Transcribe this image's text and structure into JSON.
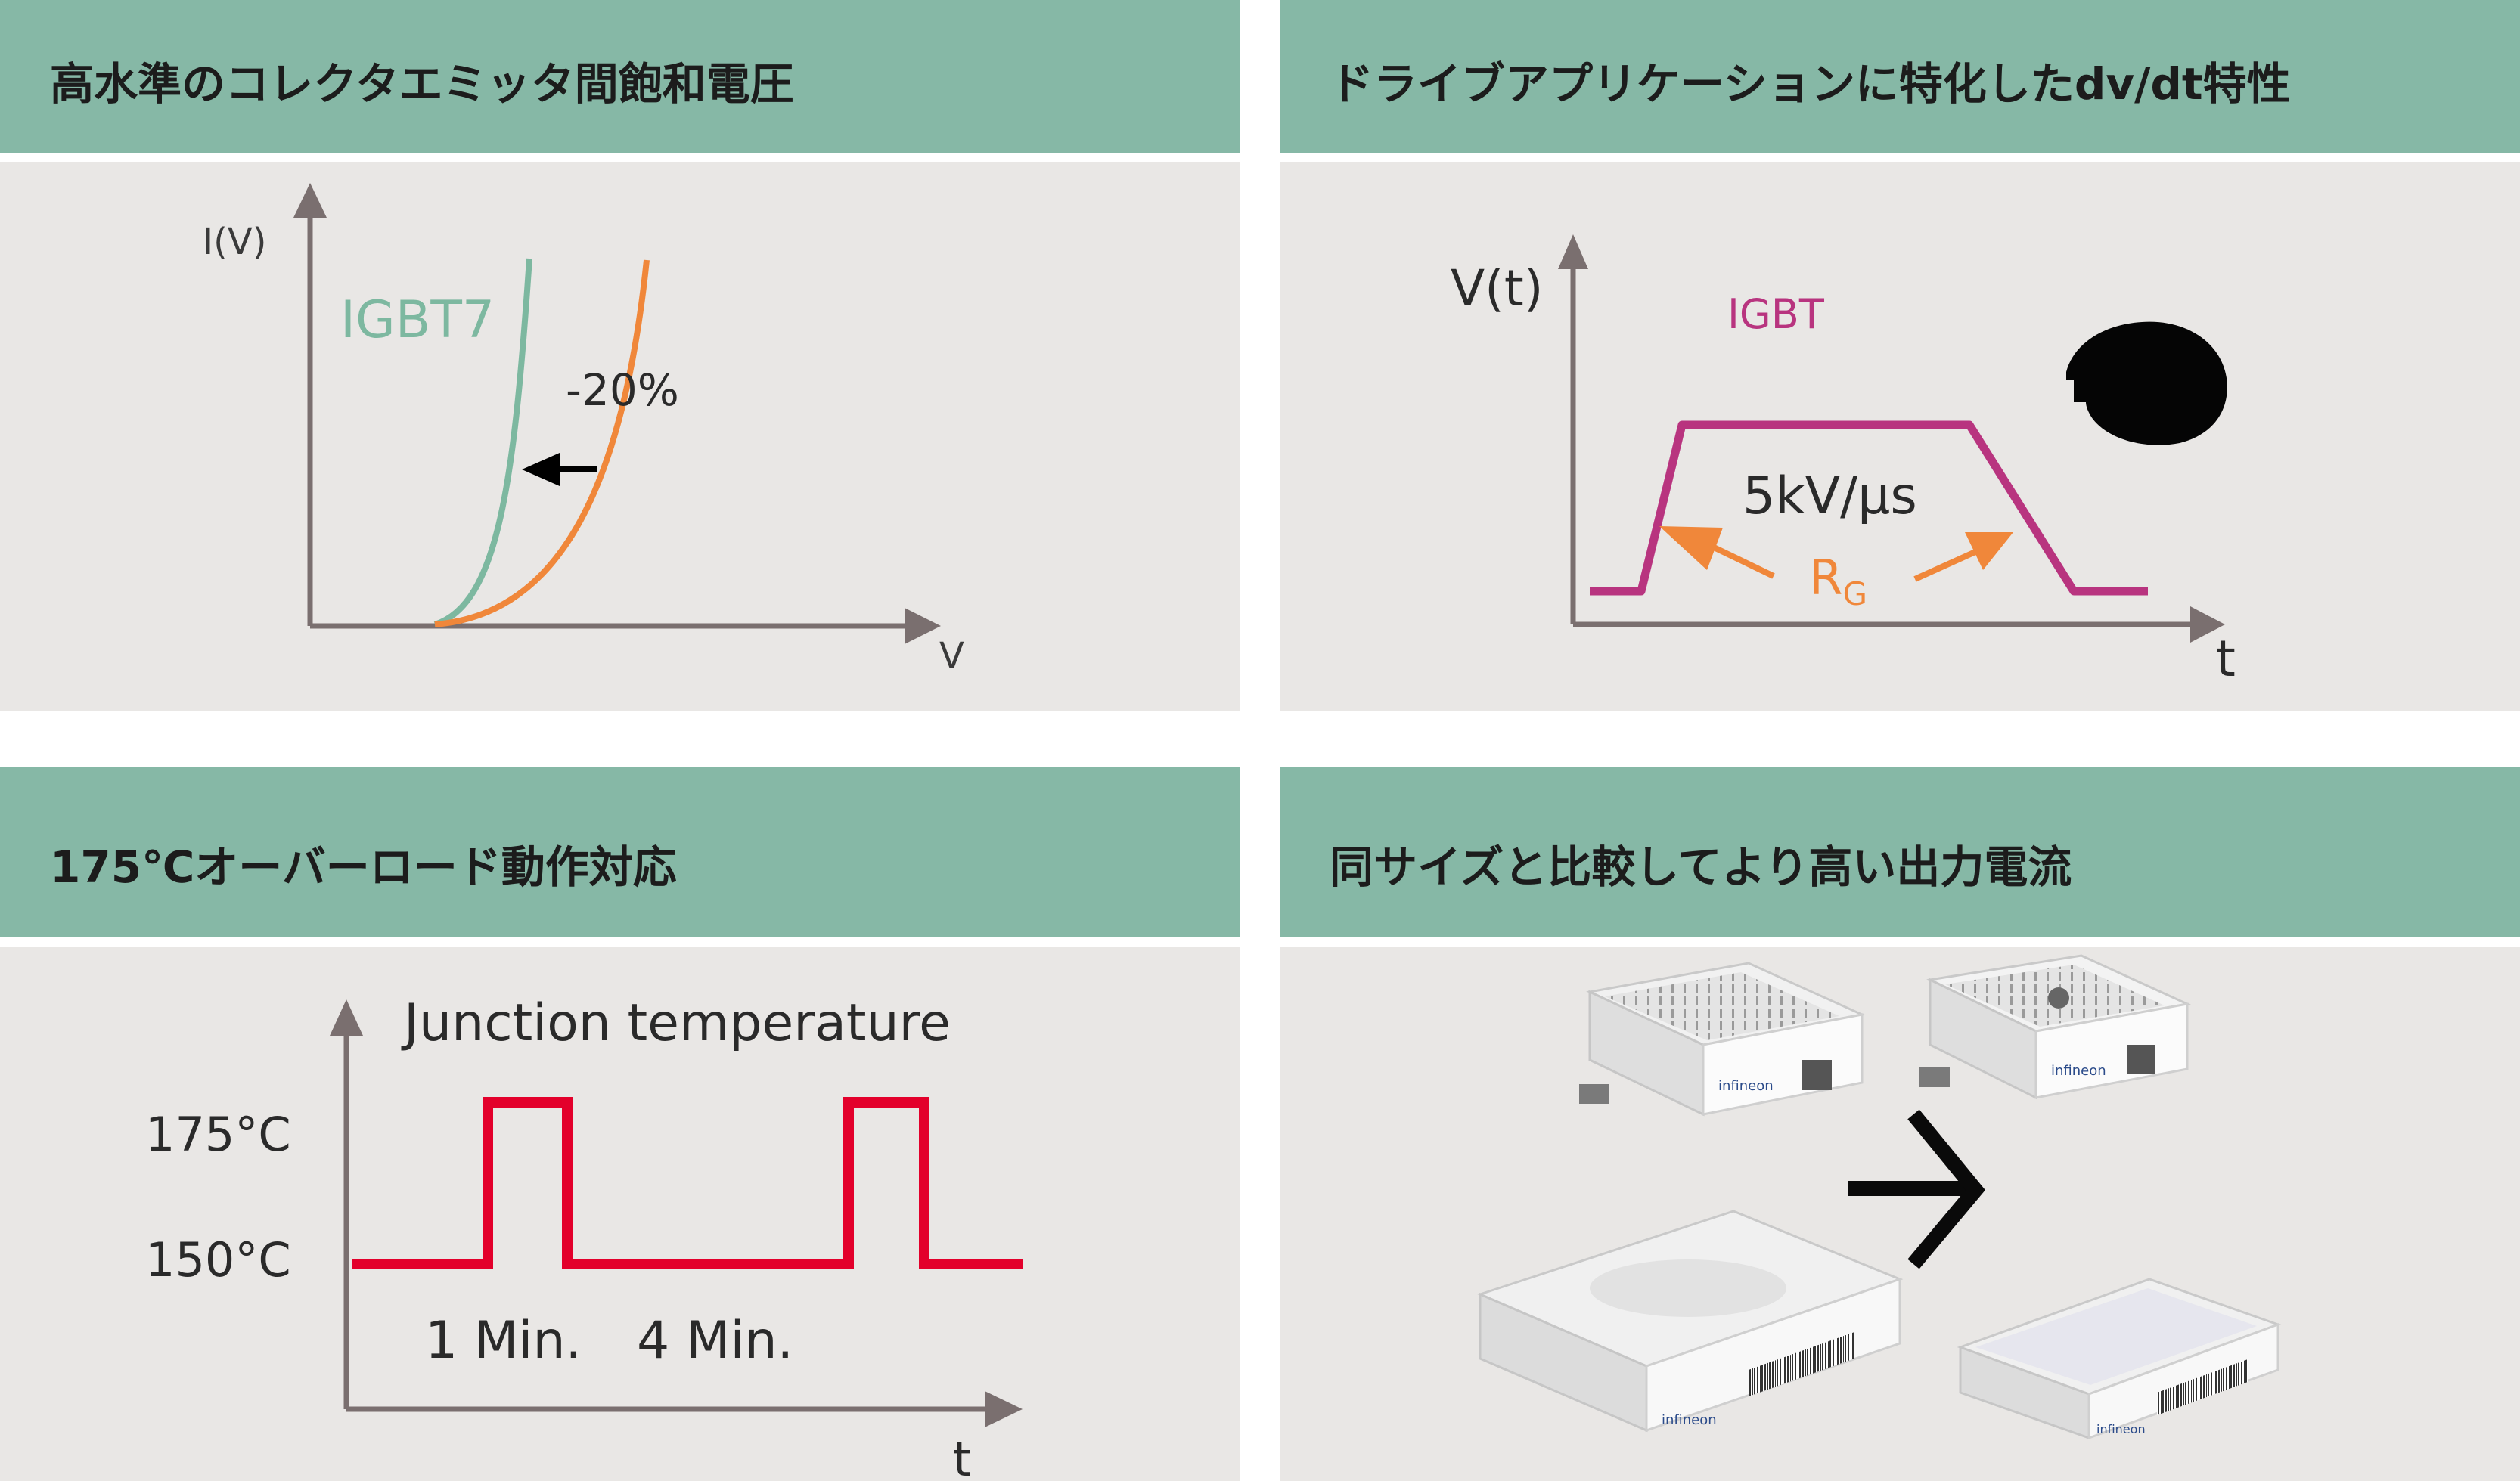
{
  "panels": {
    "saturation": {
      "heading": "高水準のコレクタエミッタ間飽和電圧",
      "y_axis_label": "I(V)",
      "x_axis_label": "V",
      "curve_label": "IGBT7",
      "delta_label": "-20%"
    },
    "dvdt": {
      "heading": "ドライブアプリケーションに特化したdv/dt特性",
      "y_axis_label": "V(t)",
      "x_axis_label": "t",
      "curve_label": "IGBT",
      "slope_label": "5kV/μs",
      "rg_main": "R",
      "rg_sub": "G"
    },
    "overload": {
      "heading": "175℃オーバーロード動作対応",
      "title": "Junction temperature",
      "level_high": "175°C",
      "level_low": "150°C",
      "pulse_label": "1 Min.",
      "gap_label": "4 Min.",
      "x_axis_label": "t"
    },
    "current": {
      "heading": "同サイズと比較してより高い出力電流",
      "brand_text": "infineon"
    }
  },
  "colors": {
    "header_bg": "#86b8a6",
    "panel_bg": "#e9e7e5",
    "axis": "#7a6f6f",
    "igbt7_green": "#7db8a0",
    "orange": "#f0873a",
    "magenta": "#b8347f",
    "red": "#e3002b"
  }
}
